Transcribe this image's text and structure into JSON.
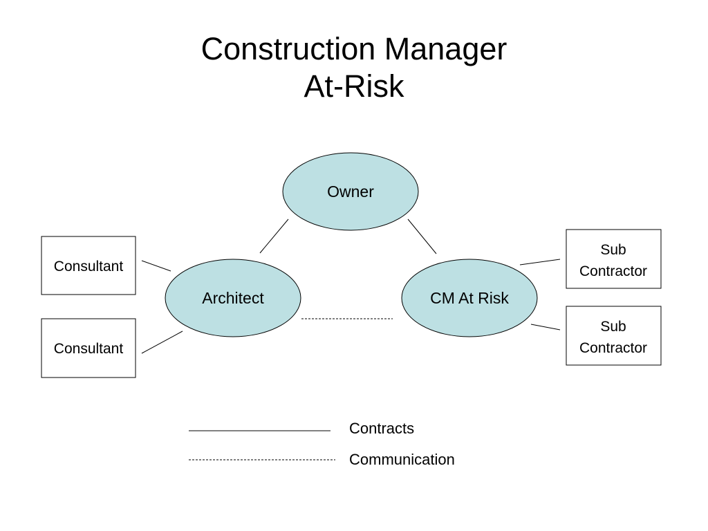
{
  "title": {
    "line1": "Construction Manager",
    "line2": "At-Risk"
  },
  "colors": {
    "ellipse_fill": "#bde0e3",
    "stroke": "#000000",
    "background": "#ffffff"
  },
  "nodes": {
    "owner": "Owner",
    "architect": "Architect",
    "cm_at_risk": "CM At Risk"
  },
  "boxes": {
    "consultant_top": "Consultant",
    "consultant_bottom": "Consultant",
    "sub_contractor_top": {
      "line1": "Sub",
      "line2": "Contractor"
    },
    "sub_contractor_bottom": {
      "line1": "Sub",
      "line2": "Contractor"
    }
  },
  "legend": {
    "contracts": "Contracts",
    "communication": "Communication"
  }
}
